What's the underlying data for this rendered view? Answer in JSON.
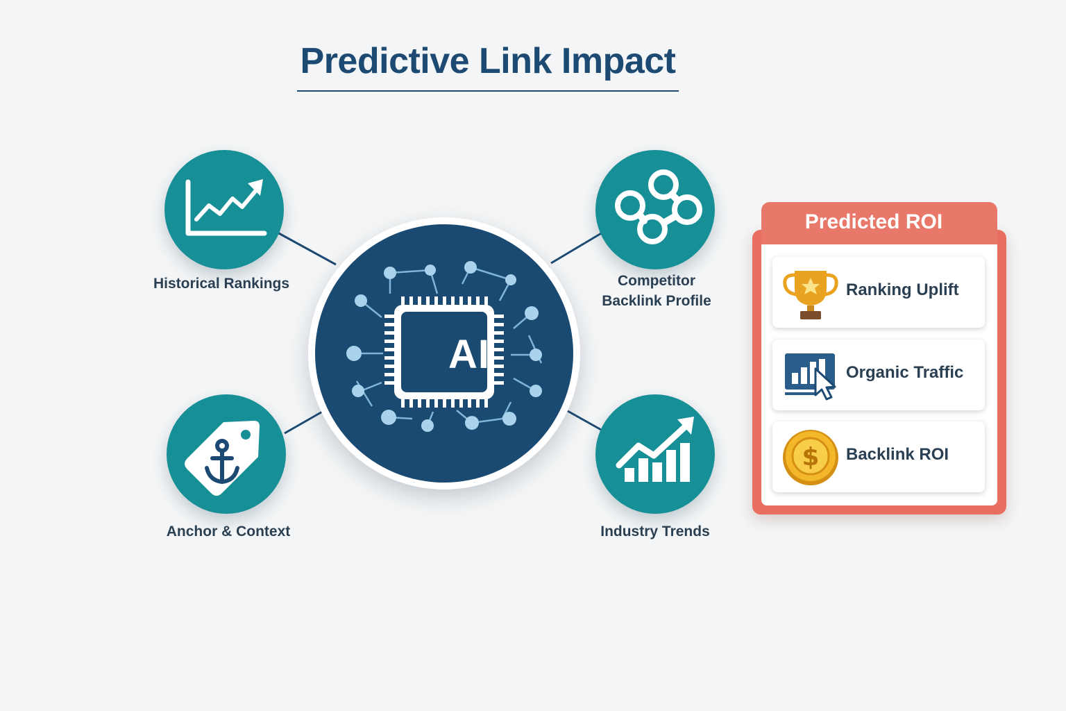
{
  "title": "Predictive Link Impact",
  "hub": {
    "label": "AI",
    "icon": "ai-chip-icon"
  },
  "inputs": [
    {
      "id": "historical",
      "label": "Historical Rankings",
      "icon": "line-chart-icon"
    },
    {
      "id": "competitor",
      "label_line1": "Competitor",
      "label_line2": "Backlink Profile",
      "icon": "chain-links-icon"
    },
    {
      "id": "anchor",
      "label": "Anchor & Context",
      "icon": "anchor-tag-icon"
    },
    {
      "id": "trends",
      "label": "Industry Trends",
      "icon": "trending-bars-icon"
    }
  ],
  "roi": {
    "title": "Predicted ROI",
    "items": [
      {
        "label": "Ranking Uplift",
        "icon": "trophy-icon"
      },
      {
        "label": "Organic Traffic",
        "icon": "traffic-chart-cursor-icon"
      },
      {
        "label": "Backlink ROI",
        "icon": "dollar-coin-icon"
      }
    ]
  },
  "colors": {
    "title": "#1d4a73",
    "node": "#168f96",
    "hub": "#1a4a72",
    "roi_accent": "#e86f60",
    "label": "#2b3f52"
  }
}
